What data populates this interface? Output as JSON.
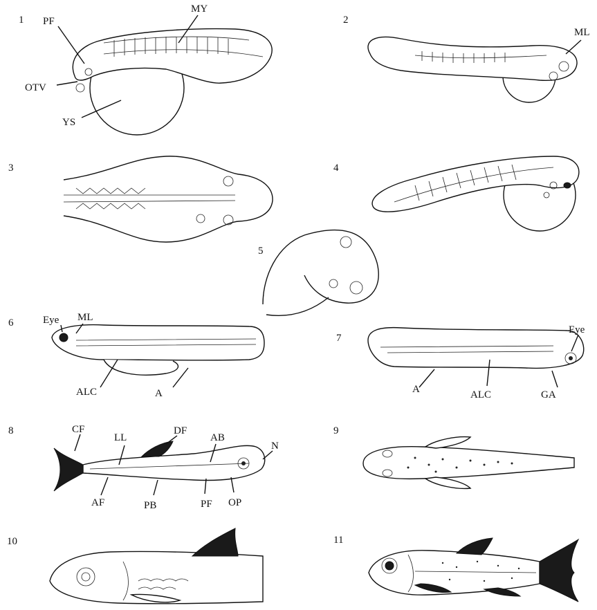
{
  "figure": {
    "panels": [
      {
        "number": "1",
        "labels": [
          "PF",
          "MY",
          "OTV",
          "YS"
        ]
      },
      {
        "number": "2",
        "labels": [
          "ML"
        ]
      },
      {
        "number": "3",
        "labels": []
      },
      {
        "number": "4",
        "labels": []
      },
      {
        "number": "5",
        "labels": []
      },
      {
        "number": "6",
        "labels": [
          "Eye",
          "ML",
          "ALC",
          "A"
        ]
      },
      {
        "number": "7",
        "labels": [
          "Eye",
          "A",
          "ALC",
          "GA"
        ]
      },
      {
        "number": "8",
        "labels": [
          "CF",
          "LL",
          "DF",
          "AB",
          "N",
          "AF",
          "PB",
          "PF",
          "OP"
        ]
      },
      {
        "number": "9",
        "labels": []
      },
      {
        "number": "10",
        "labels": []
      },
      {
        "number": "11",
        "labels": []
      }
    ]
  }
}
